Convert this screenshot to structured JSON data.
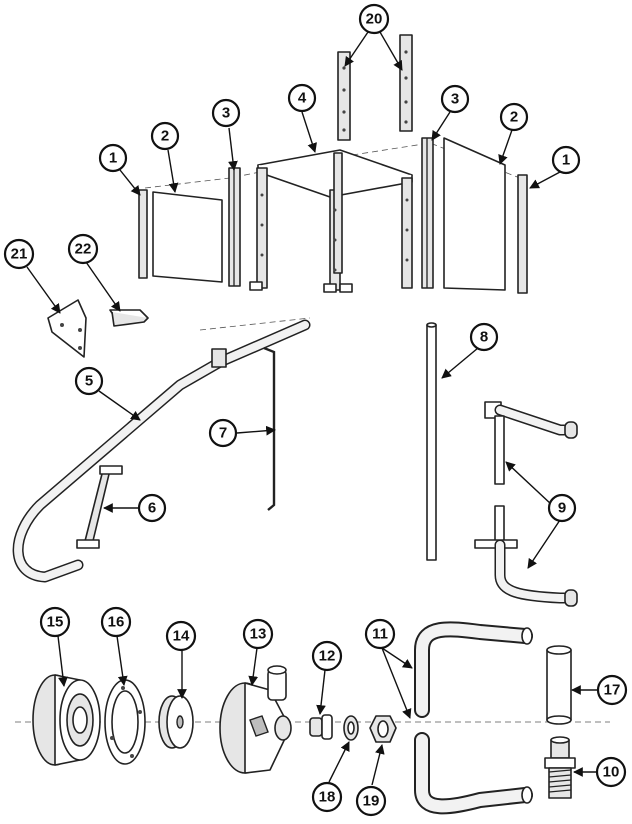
{
  "callouts": {
    "c1a": "1",
    "c2a": "2",
    "c3a": "3",
    "c4": "4",
    "c20": "20",
    "c3b": "3",
    "c2b": "2",
    "c1b": "1",
    "c21": "21",
    "c22": "22",
    "c5": "5",
    "c6": "6",
    "c7": "7",
    "c8": "8",
    "c9": "9",
    "c15": "15",
    "c16": "16",
    "c14": "14",
    "c13": "13",
    "c12": "12",
    "c11": "11",
    "c17": "17",
    "c18": "18",
    "c19": "19",
    "c10": "10"
  }
}
